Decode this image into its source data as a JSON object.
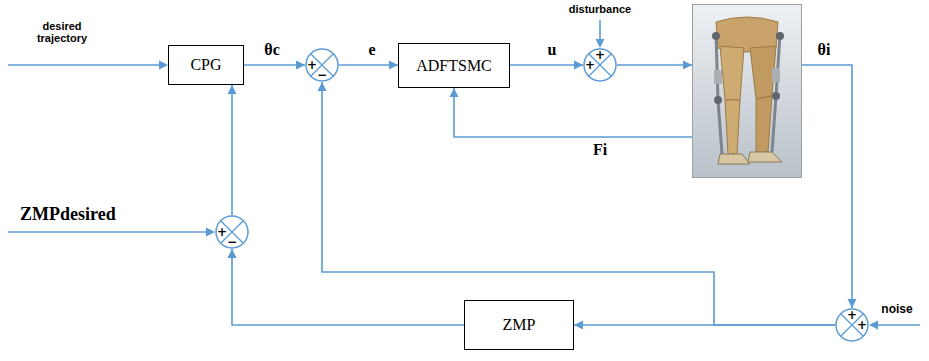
{
  "diagram": {
    "nodes": [
      {
        "text": [
          "CPG"
        ]
      },
      {
        "text": [
          "+",
          "−"
        ]
      },
      {
        "text": [
          "ADFTSMC"
        ]
      },
      {
        "text": [
          "+",
          "+"
        ]
      },
      {
        "text": []
      },
      {
        "text": [
          "+",
          "−"
        ]
      },
      {
        "text": [
          "ZMP"
        ]
      },
      {
        "text": [
          "+",
          "+"
        ]
      }
    ],
    "edges": [
      {
        "from": 0,
        "to": 1,
        "arrow": "to",
        "label": "θc"
      },
      {
        "from": 1,
        "to": 2,
        "arrow": "to",
        "label": "e"
      },
      {
        "from": 2,
        "to": 3,
        "arrow": "to",
        "label": "u"
      },
      {
        "from": 3,
        "to": 4,
        "arrow": "to"
      },
      {
        "from": 4,
        "to": 2,
        "arrow": "to",
        "label": "Fi"
      },
      {
        "from": 4,
        "to": 7,
        "arrow": "to",
        "label": "θi"
      },
      {
        "from": 7,
        "to": 1,
        "arrow": "to"
      },
      {
        "from": 7,
        "to": 6,
        "arrow": "to"
      },
      {
        "from": 6,
        "to": 5,
        "arrow": "to"
      },
      {
        "from": 5,
        "to": 0,
        "arrow": "to"
      }
    ],
    "labels": [
      "desired trajectory",
      "disturbance",
      "noise",
      "ZMPdesired"
    ]
  }
}
